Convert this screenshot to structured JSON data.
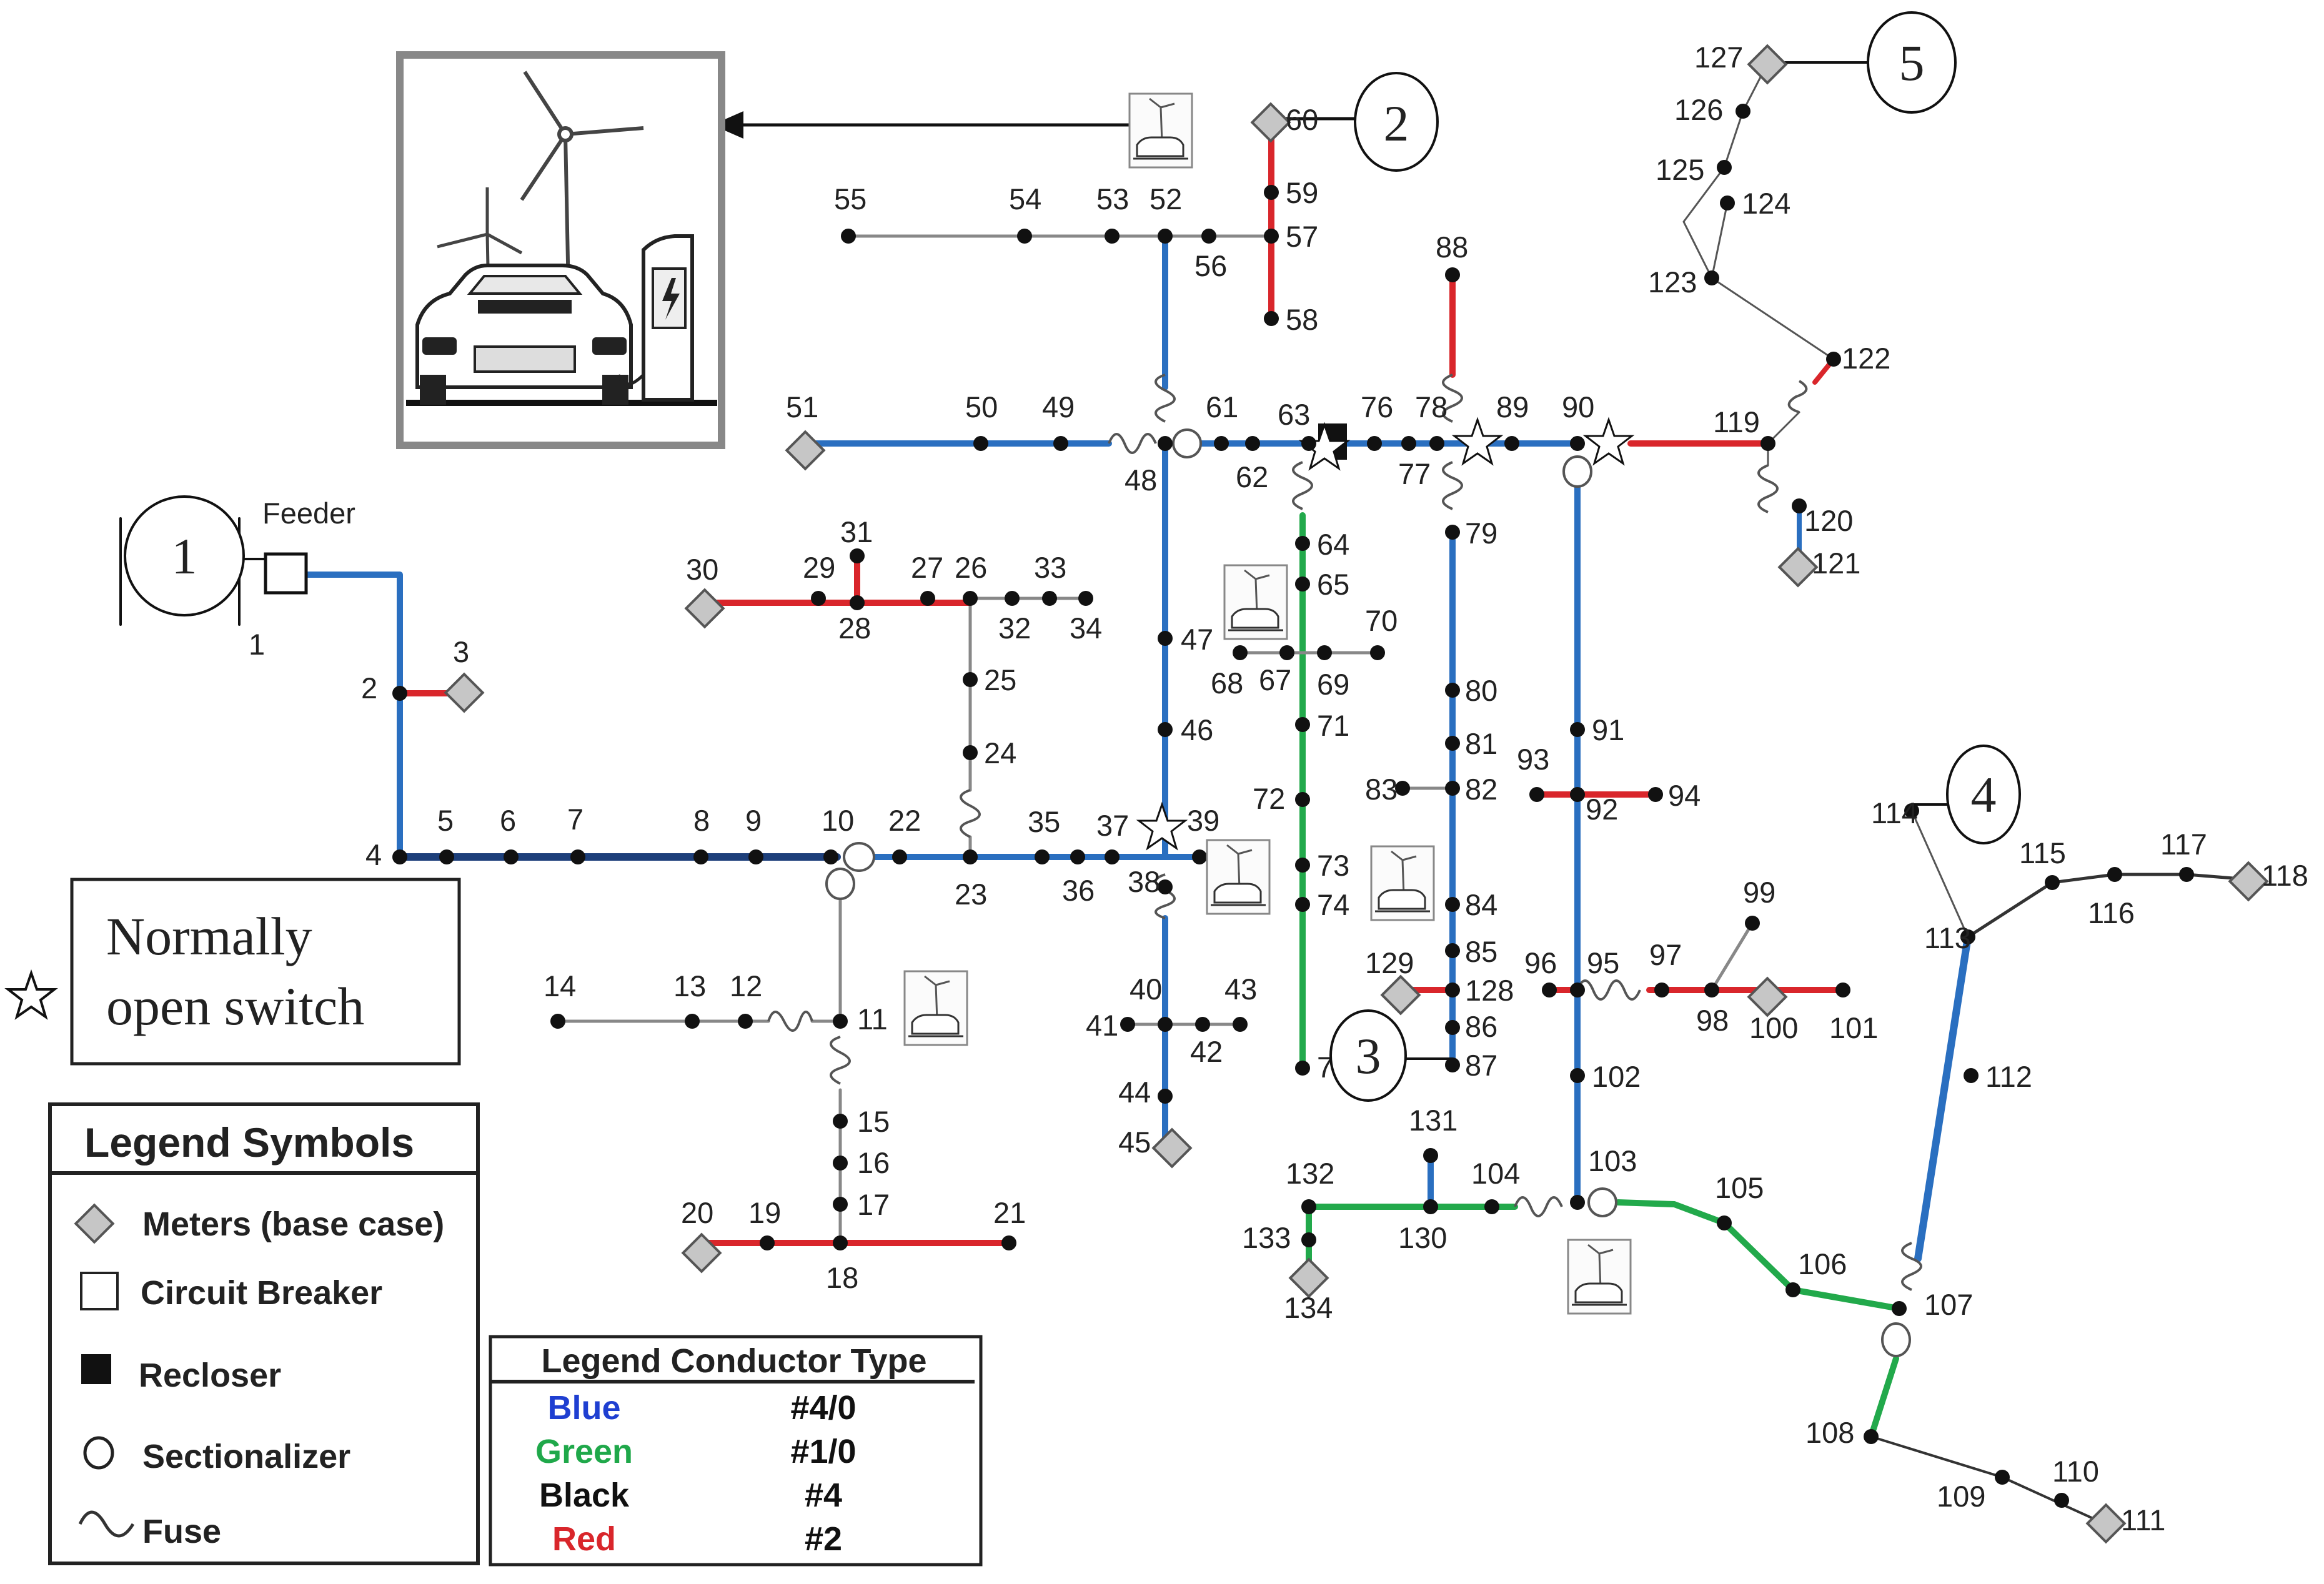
{
  "feeder_label": "Feeder",
  "callouts": [
    "1",
    "2",
    "3",
    "4",
    "5"
  ],
  "normally_open_switch": {
    "line1": "Normally",
    "line2": "open switch"
  },
  "legend_symbols": {
    "title": "Legend Symbols",
    "items": [
      "Meters (base case)",
      "Circuit Breaker",
      "Recloser",
      "Sectionalizer",
      "Fuse"
    ]
  },
  "legend_conductor": {
    "title": "Legend Conductor Type",
    "rows": [
      {
        "color_name": "Blue",
        "size": "#4/0",
        "color": "#1f3fd1"
      },
      {
        "color_name": "Green",
        "size": "#1/0",
        "color": "#1fa84a"
      },
      {
        "color_name": "Black",
        "size": "#4",
        "color": "#111111"
      },
      {
        "color_name": "Red",
        "size": "#2",
        "color": "#d9262b"
      }
    ]
  },
  "line_colors": {
    "blue": "#2a6fc0",
    "green": "#22a94b",
    "black": "#111111",
    "red": "#d9262b",
    "gray": "#7a7a7a"
  },
  "node_labels": [
    "1",
    "2",
    "3",
    "4",
    "5",
    "6",
    "7",
    "8",
    "9",
    "10",
    "11",
    "12",
    "13",
    "14",
    "15",
    "16",
    "17",
    "18",
    "19",
    "20",
    "21",
    "22",
    "23",
    "24",
    "25",
    "26",
    "27",
    "28",
    "29",
    "30",
    "31",
    "32",
    "33",
    "34",
    "35",
    "36",
    "37",
    "38",
    "39",
    "40",
    "41",
    "42",
    "43",
    "44",
    "45",
    "46",
    "47",
    "48",
    "49",
    "50",
    "51",
    "52",
    "53",
    "54",
    "55",
    "56",
    "57",
    "58",
    "59",
    "60",
    "61",
    "62",
    "63",
    "64",
    "65",
    "67",
    "68",
    "69",
    "70",
    "71",
    "72",
    "73",
    "74",
    "75",
    "76",
    "77",
    "78",
    "79",
    "80",
    "81",
    "82",
    "83",
    "84",
    "85",
    "86",
    "87",
    "88",
    "89",
    "90",
    "91",
    "92",
    "93",
    "94",
    "95",
    "96",
    "97",
    "98",
    "99",
    "100",
    "101",
    "102",
    "103",
    "104",
    "105",
    "106",
    "107",
    "108",
    "109",
    "110",
    "111",
    "112",
    "113",
    "114",
    "115",
    "116",
    "117",
    "118",
    "119",
    "120",
    "121",
    "122",
    "123",
    "124",
    "125",
    "126",
    "127",
    "128",
    "129",
    "130",
    "131",
    "132",
    "133",
    "134"
  ]
}
